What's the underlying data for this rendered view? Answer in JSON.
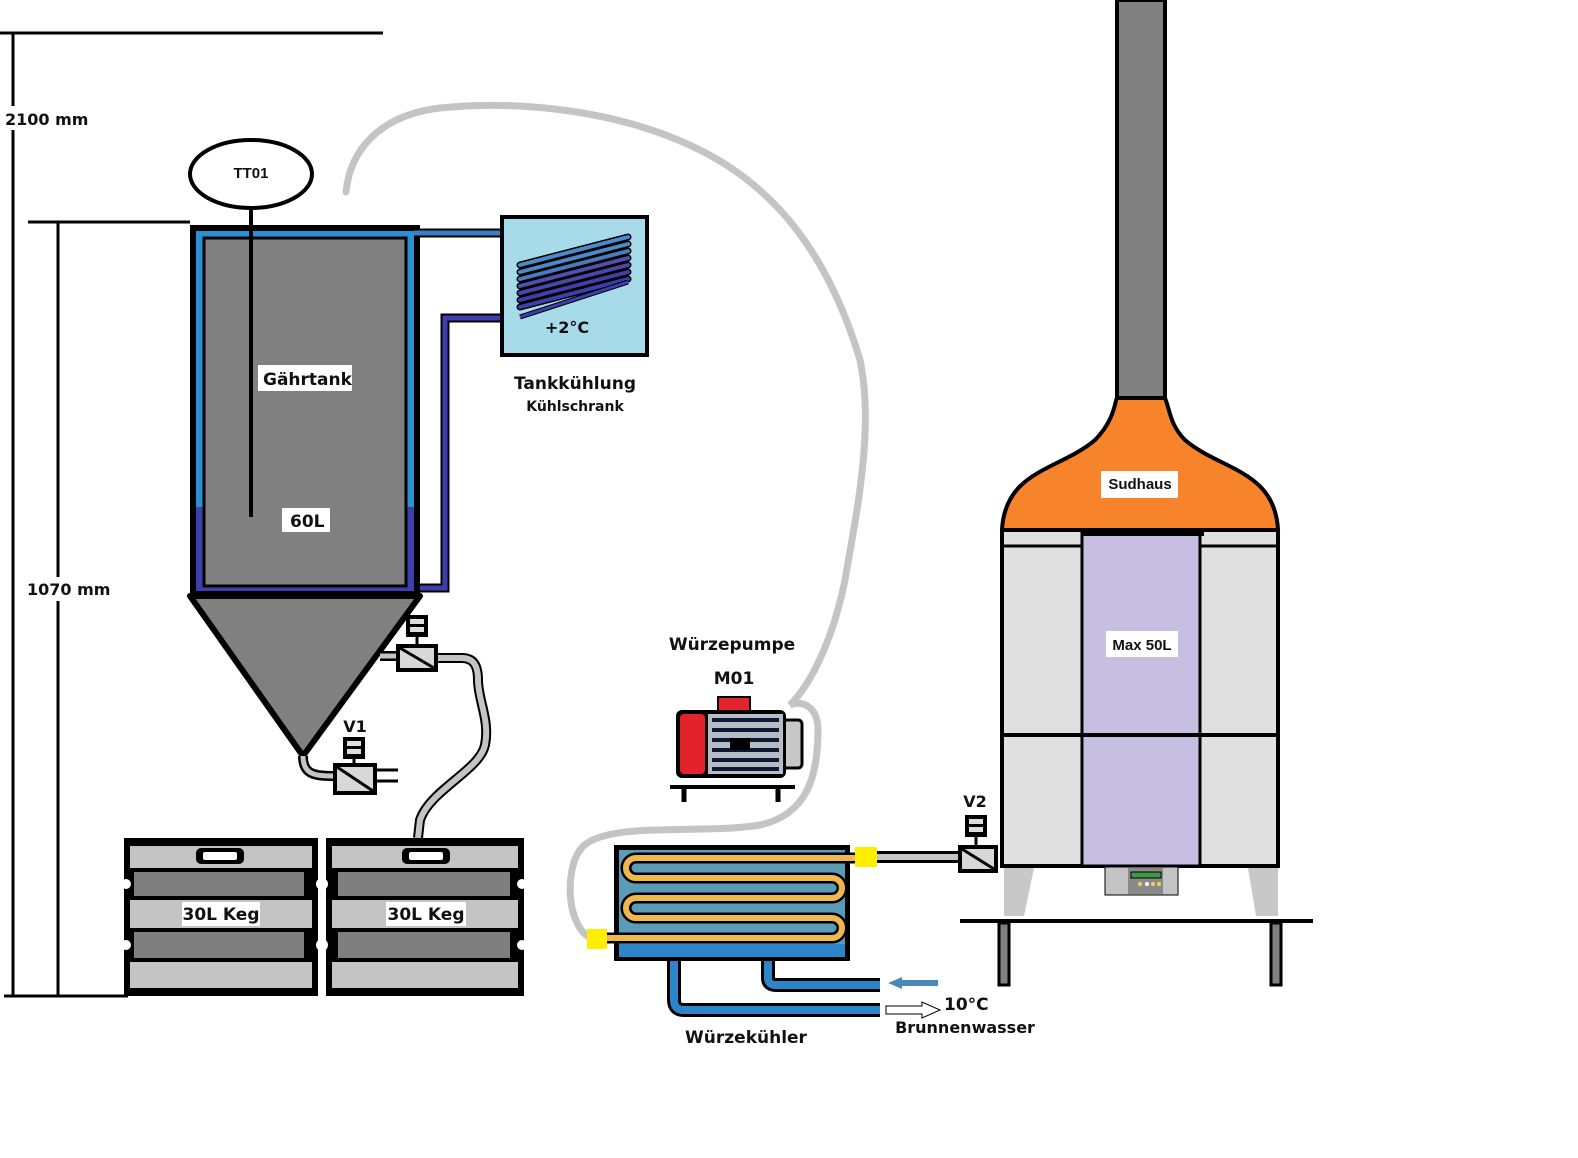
{
  "title": "Brau-Anlage Schema",
  "colors": {
    "tank_body": "#808080",
    "cooling_jacket_light": "#2b8fd4",
    "cooling_jacket_dark": "#3c3fae",
    "fridge_fill": "#a7dbea",
    "hose": "#c4c4c4",
    "motor_red": "#e3232b",
    "motor_body": "#b7bcc4",
    "coil": "#f0b84a",
    "valve_yellow": "#ffee00",
    "kettle_hood": "#f7832b",
    "kettle_panel": "#e0e0e0",
    "kettle_center": "#c6bfe2",
    "keg_light": "#c4c4c4",
    "keg_dark": "#7f7f7f"
  },
  "dimensions": {
    "total_height": "2100 mm",
    "tank_height": "1070 mm"
  },
  "fermenter": {
    "name": "Gährtank",
    "volume": "60L",
    "sensor": "TT01"
  },
  "fridge": {
    "temperature": "+2°C",
    "title": "Tankkühlung",
    "subtitle": "Kühlschrank"
  },
  "valves": {
    "v1": "V1",
    "v2": "V2"
  },
  "kegs": [
    {
      "label": "30L Keg"
    },
    {
      "label": "30L Keg"
    }
  ],
  "pump": {
    "name": "Würzepumpe",
    "id": "M01"
  },
  "chiller": {
    "name": "Würzekühler",
    "water_temp": "10°C",
    "water_source": "Brunnenwasser"
  },
  "brewhouse": {
    "name": "Sudhaus",
    "capacity": "Max 50L"
  }
}
